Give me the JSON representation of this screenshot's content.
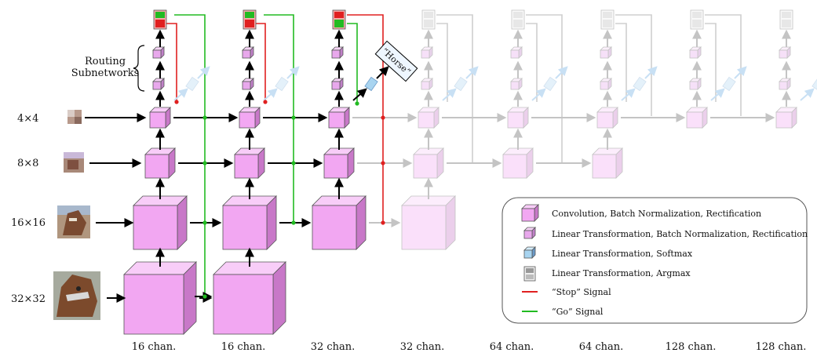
{
  "colors": {
    "conv_front": "#f2a7f2",
    "conv_top": "#f8cdf8",
    "conv_side": "#c878c8",
    "lin_front": "#e8a8ec",
    "soft_front": "#a8d4f0",
    "stop": "#e02020",
    "go": "#22bb22",
    "arrow": "#000000",
    "faded": "#c8c8c8"
  },
  "rows": [
    {
      "label": "4×4"
    },
    {
      "label": "8×8"
    },
    {
      "label": "16×16"
    },
    {
      "label": "32×32"
    }
  ],
  "columns": [
    {
      "channels": "16 chan."
    },
    {
      "channels": "16 chan."
    },
    {
      "channels": "32 chan."
    },
    {
      "channels": "32 chan."
    },
    {
      "channels": "64 chan."
    },
    {
      "channels": "64 chan."
    },
    {
      "channels": "128 chan."
    },
    {
      "channels": "128 chan."
    }
  ],
  "routing_label": [
    "Routing",
    "Subnetworks"
  ],
  "output_label": "“Horse”",
  "legend": [
    {
      "icon": "conv-block-icon",
      "text": "Convolution, Batch Normalization, Rectification"
    },
    {
      "icon": "linear-block-icon",
      "text": "Linear Transformation, Batch Normalization, Rectification"
    },
    {
      "icon": "softmax-block-icon",
      "text": "Linear Transformation, Softmax"
    },
    {
      "icon": "argmax-block-icon",
      "text": "Linear Transformation, Argmax"
    },
    {
      "icon": "stop-line-icon",
      "text": "“Stop” Signal"
    },
    {
      "icon": "go-line-icon",
      "text": "“Go” Signal"
    }
  ]
}
